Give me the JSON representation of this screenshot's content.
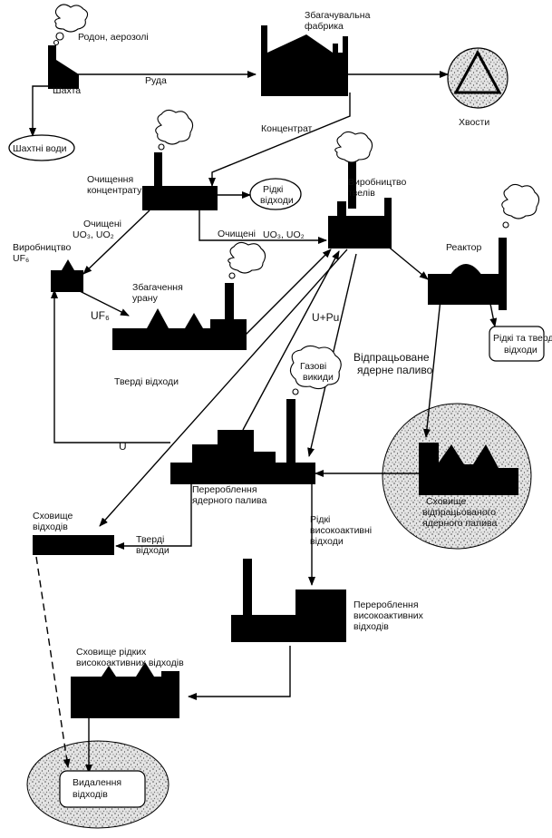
{
  "nodes": {
    "radon": "Родон, аерозолі",
    "mine": "Шахта",
    "ore": "Руда",
    "enrich_plant_1": "Збагачувальна",
    "enrich_plant_2": "фабрика",
    "tailings": "Хвости",
    "mine_water": "Шахтні води",
    "concentrate": "Концентрат",
    "purify_1": "Очищення",
    "purify_2": "концентрату",
    "liquid_waste_1": "Рідкі",
    "liquid_waste_2": "відходи",
    "fuel_rods_1": "Виробництво",
    "fuel_rods_2": "твелів",
    "purified_1_a": "Очищені",
    "purified_1_b": "UO₃, UO₂",
    "purified_2_a": "Очищені",
    "purified_2_b": "UO₃, UO₂",
    "uf6_prod_1": "Виробництво",
    "uf6_prod_2": "UF₆",
    "enrich_u_1": "Збагачення",
    "enrich_u_2": "урану",
    "uf6": "UF₆",
    "reactor": "Реактор",
    "reactor_waste_1": "Рідкі та тверді",
    "reactor_waste_2": "відходи",
    "u_pu": "U+Pu",
    "gas_1": "Газові",
    "gas_2": "викиди",
    "spent_1": "Відпрацьоване",
    "spent_2": "ядерне паливо",
    "solid_waste": "Тверді відходи",
    "u": "U",
    "spent_store_1": "Сховище",
    "spent_store_2": "відпрацьованого",
    "spent_store_3": "ядерного палива",
    "reproc_1": "Перероблення",
    "reproc_2": "ядерного палива",
    "waste_store_1": "Сховище",
    "waste_store_2": "відходів",
    "solid2_1": "Тверді",
    "solid2_2": "відходи",
    "hl_liquid_1": "Рідкі",
    "hl_liquid_2": "високоактивні",
    "hl_liquid_3": "відходи",
    "hl_reproc_1": "Перероблення",
    "hl_reproc_2": "високоактивних",
    "hl_reproc_3": "відходів",
    "hl_store_1": "Сховище рідких",
    "hl_store_2": "високоактивних відходів",
    "disposal_1": "Видалення",
    "disposal_2": "відходів"
  },
  "icons": [
    "factory-icon",
    "smoke-cloud-icon",
    "hazard-triangle-icon"
  ]
}
